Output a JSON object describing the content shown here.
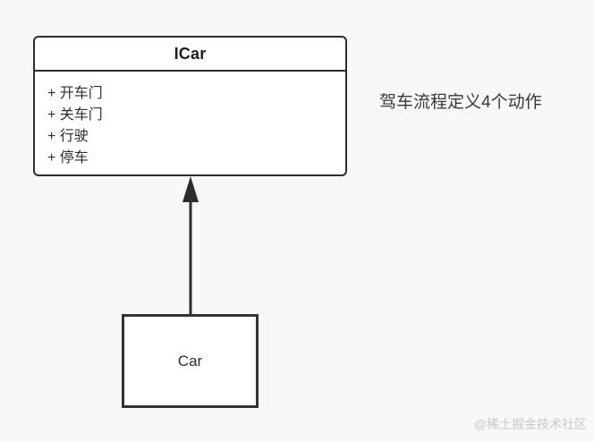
{
  "diagram": {
    "interface_class": {
      "name": "ICar",
      "methods": [
        "+ 开车门",
        "+ 关车门",
        "+ 行驶",
        "+ 停车"
      ]
    },
    "annotation": "驾车流程定义4个动作",
    "implementing_class": {
      "name": "Car"
    },
    "relationship": {
      "type": "generalization",
      "arrowhead": "filled-triangle-up"
    }
  },
  "watermark": "@稀土掘金技术社区",
  "colors": {
    "background": "#f8f8f8",
    "box_fill": "#ffffff",
    "stroke": "#2d2d2d",
    "text": "#2e2e2e",
    "watermark": "#c8c8c8"
  }
}
